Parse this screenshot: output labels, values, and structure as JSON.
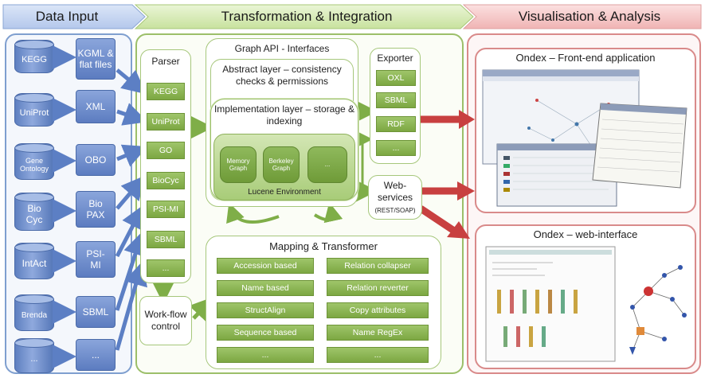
{
  "headers": {
    "data_input": "Data Input",
    "transformation": "Transformation & Integration",
    "visualisation": "Visualisation & Analysis"
  },
  "sources": [
    {
      "db": "KEGG",
      "format": "KGML & flat files"
    },
    {
      "db": "UniProt",
      "format": "XML"
    },
    {
      "db": "Gene Ontology",
      "format": "OBO"
    },
    {
      "db": "Bio Cyc",
      "format": "Bio PAX"
    },
    {
      "db": "IntAct",
      "format": "PSI-MI"
    },
    {
      "db": "Brenda",
      "format": "SBML"
    },
    {
      "db": "...",
      "format": "..."
    }
  ],
  "parser": {
    "title": "Parser",
    "items": [
      "KEGG",
      "UniProt",
      "GO",
      "BioCyc",
      "PSI-MI",
      "SBML",
      "..."
    ]
  },
  "workflow": "Work-flow control",
  "graph_api": {
    "title": "Graph API - Interfaces",
    "abstract": "Abstract layer – consistency checks & permissions",
    "implementation": "Implementation layer – storage & indexing",
    "memory": "Memory Graph",
    "berkeley": "Berkeley Graph",
    "more": "...",
    "lucene": "Lucene Environment"
  },
  "exporter": {
    "title": "Exporter",
    "items": [
      "OXL",
      "SBML",
      "RDF",
      "..."
    ]
  },
  "webservices": {
    "title": "Web-services",
    "sub": "(REST/SOAP)"
  },
  "mapping": {
    "title": "Mapping & Transformer",
    "left": [
      "Accession based",
      "Name based",
      "StructAlign",
      "Sequence based",
      "..."
    ],
    "right": [
      "Relation collapser",
      "Relation reverter",
      "Copy attributes",
      "Name RegEx",
      "..."
    ]
  },
  "frontends": {
    "app": "Ondex – Front-end application",
    "web": "Ondex – web-interface"
  },
  "colors": {
    "blue": "#6f8fcf",
    "green": "#8cb54f",
    "red": "#cc4444"
  }
}
